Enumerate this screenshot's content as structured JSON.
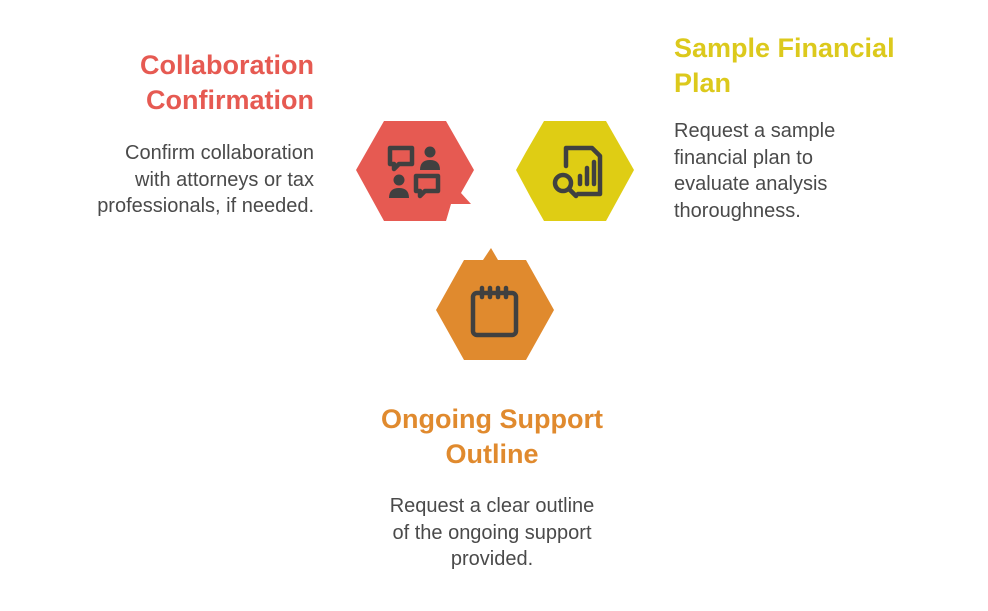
{
  "colors": {
    "collaboration": "#e65a52",
    "sample_plan": "#dfcd14",
    "ongoing_support": "#e08a2e",
    "icon": "#404040",
    "text": "#4a4a4a"
  },
  "sections": {
    "collaboration": {
      "icon": "people-chat-icon",
      "title_lines": [
        "Collaboration",
        "Confirmation"
      ],
      "desc_lines": [
        "Confirm collaboration",
        "with attorneys or tax",
        "professionals, if needed."
      ]
    },
    "sample_plan": {
      "icon": "document-search-chart-icon",
      "title_lines": [
        "Sample Financial",
        "Plan"
      ],
      "desc_lines": [
        "Request a sample",
        "financial plan to",
        "evaluate analysis",
        "thoroughness."
      ]
    },
    "ongoing_support": {
      "icon": "calendar-icon",
      "title_lines": [
        "Ongoing Support",
        "Outline"
      ],
      "desc_lines": [
        "Request a clear outline",
        "of the ongoing support",
        "provided."
      ]
    }
  }
}
